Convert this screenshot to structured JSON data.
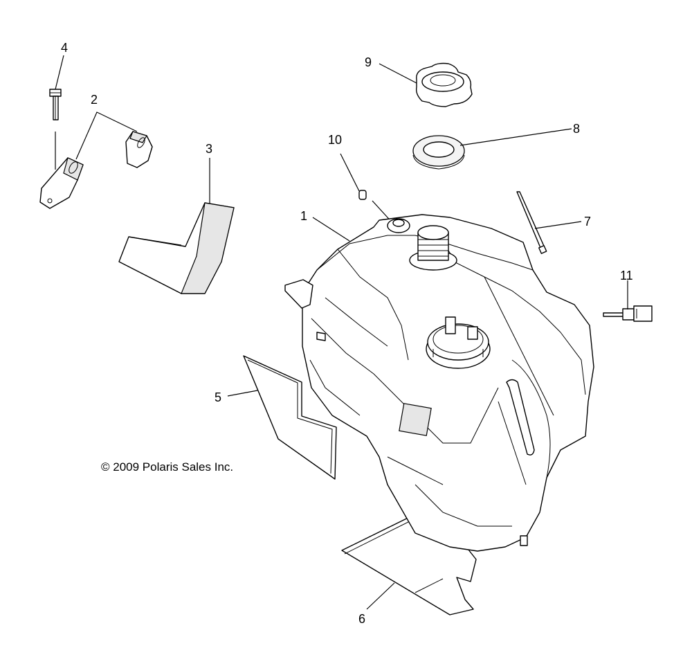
{
  "callouts": [
    {
      "id": "1",
      "text": "1"
    },
    {
      "id": "2",
      "text": "2"
    },
    {
      "id": "3",
      "text": "3"
    },
    {
      "id": "4",
      "text": "4"
    },
    {
      "id": "5",
      "text": "5"
    },
    {
      "id": "6",
      "text": "6"
    },
    {
      "id": "7",
      "text": "7"
    },
    {
      "id": "8",
      "text": "8"
    },
    {
      "id": "9",
      "text": "9"
    },
    {
      "id": "10",
      "text": "10"
    },
    {
      "id": "11",
      "text": "11"
    }
  ],
  "copyright": "© 2009 Polaris Sales Inc."
}
